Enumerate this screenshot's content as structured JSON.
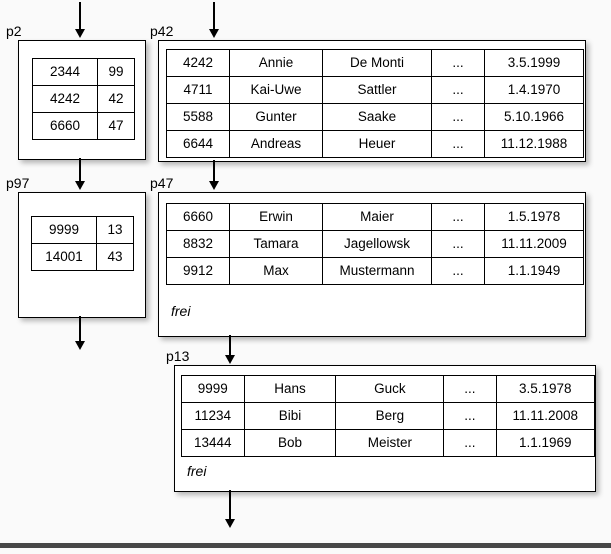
{
  "pages": {
    "p2": {
      "label": "p2",
      "rows": [
        [
          "2344",
          "99"
        ],
        [
          "4242",
          "42"
        ],
        [
          "6660",
          "47"
        ]
      ]
    },
    "p42": {
      "label": "p42",
      "rows": [
        [
          "4242",
          "Annie",
          "De Monti",
          "...",
          "3.5.1999"
        ],
        [
          "4711",
          "Kai-Uwe",
          "Sattler",
          "...",
          "1.4.1970"
        ],
        [
          "5588",
          "Gunter",
          "Saake",
          "...",
          "5.10.1966"
        ],
        [
          "6644",
          "Andreas",
          "Heuer",
          "...",
          "11.12.1988"
        ]
      ]
    },
    "p97": {
      "label": "p97",
      "rows": [
        [
          "9999",
          "13"
        ],
        [
          "14001",
          "43"
        ]
      ]
    },
    "p47": {
      "label": "p47",
      "rows": [
        [
          "6660",
          "Erwin",
          "Maier",
          "...",
          "1.5.1978"
        ],
        [
          "8832",
          "Tamara",
          "Jagellowsk",
          "...",
          "11.11.2009"
        ],
        [
          "9912",
          "Max",
          "Mustermann",
          "...",
          "1.1.1949"
        ]
      ],
      "footer": "frei"
    },
    "p13": {
      "label": "p13",
      "rows": [
        [
          "9999",
          "Hans",
          "Guck",
          "...",
          "3.5.1978"
        ],
        [
          "11234",
          "Bibi",
          "Berg",
          "...",
          "11.11.2008"
        ],
        [
          "13444",
          "Bob",
          "Meister",
          "...",
          "1.1.1969"
        ]
      ],
      "footer": "frei"
    }
  },
  "colors": {
    "background": "#fafafa",
    "box_fill": "#ffffff",
    "line": "#000000",
    "footer_bar": "#474747"
  }
}
